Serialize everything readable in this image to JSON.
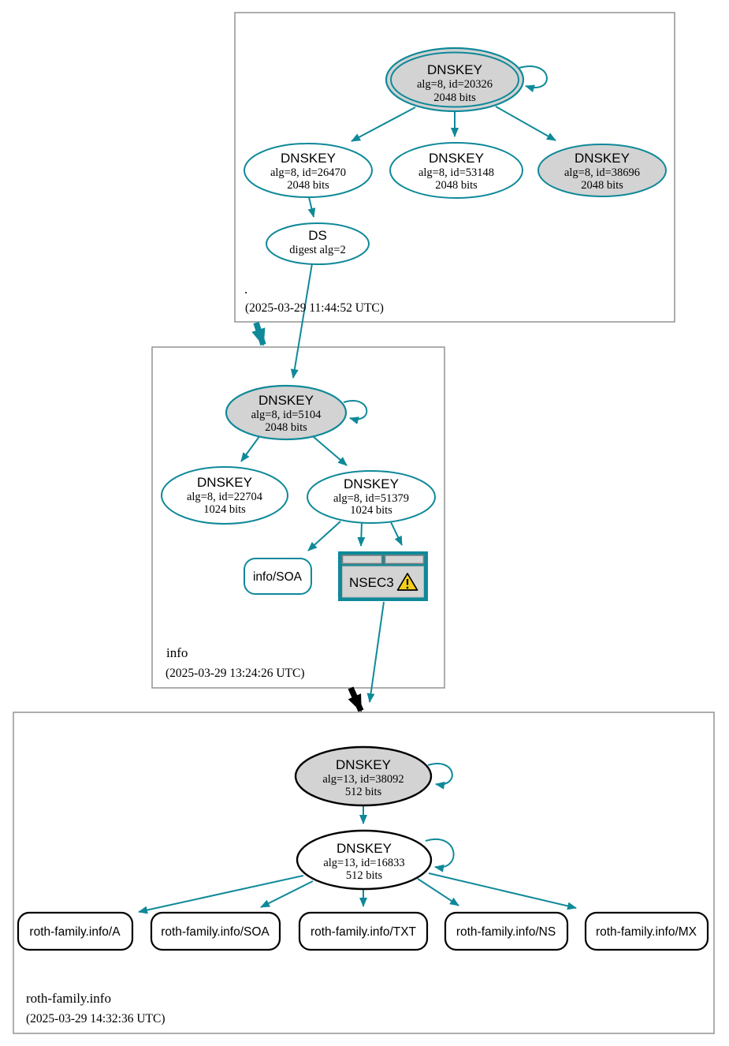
{
  "colors": {
    "teal": "#0f8999",
    "node_gray": "#d3d3d3",
    "black": "#000000",
    "zone_border": "#9a9a9a",
    "warning_yellow": "#f2cf1c"
  },
  "zones": {
    "root": {
      "name": ".",
      "timestamp": "(2025-03-29 11:44:52 UTC)",
      "ksk": {
        "title": "DNSKEY",
        "alg": "alg=8, id=20326",
        "bits": "2048 bits"
      },
      "zsk1": {
        "title": "DNSKEY",
        "alg": "alg=8, id=26470",
        "bits": "2048 bits"
      },
      "zsk2": {
        "title": "DNSKEY",
        "alg": "alg=8, id=53148",
        "bits": "2048 bits"
      },
      "zsk3": {
        "title": "DNSKEY",
        "alg": "alg=8, id=38696",
        "bits": "2048 bits"
      },
      "ds": {
        "title": "DS",
        "digest": "digest alg=2"
      }
    },
    "info": {
      "name": "info",
      "timestamp": "(2025-03-29 13:24:26 UTC)",
      "ksk": {
        "title": "DNSKEY",
        "alg": "alg=8, id=5104",
        "bits": "2048 bits"
      },
      "zsk1": {
        "title": "DNSKEY",
        "alg": "alg=8, id=22704",
        "bits": "1024 bits"
      },
      "zsk2": {
        "title": "DNSKEY",
        "alg": "alg=8, id=51379",
        "bits": "1024 bits"
      },
      "soa": {
        "label": "info/SOA"
      },
      "nsec3": {
        "label": "NSEC3"
      }
    },
    "roth": {
      "name": "roth-family.info",
      "timestamp": "(2025-03-29 14:32:36 UTC)",
      "ksk": {
        "title": "DNSKEY",
        "alg": "alg=13, id=38092",
        "bits": "512 bits"
      },
      "zsk": {
        "title": "DNSKEY",
        "alg": "alg=13, id=16833",
        "bits": "512 bits"
      },
      "records": {
        "a": {
          "label": "roth-family.info/A"
        },
        "soa": {
          "label": "roth-family.info/SOA"
        },
        "txt": {
          "label": "roth-family.info/TXT"
        },
        "ns": {
          "label": "roth-family.info/NS"
        },
        "mx": {
          "label": "roth-family.info/MX"
        }
      }
    }
  }
}
